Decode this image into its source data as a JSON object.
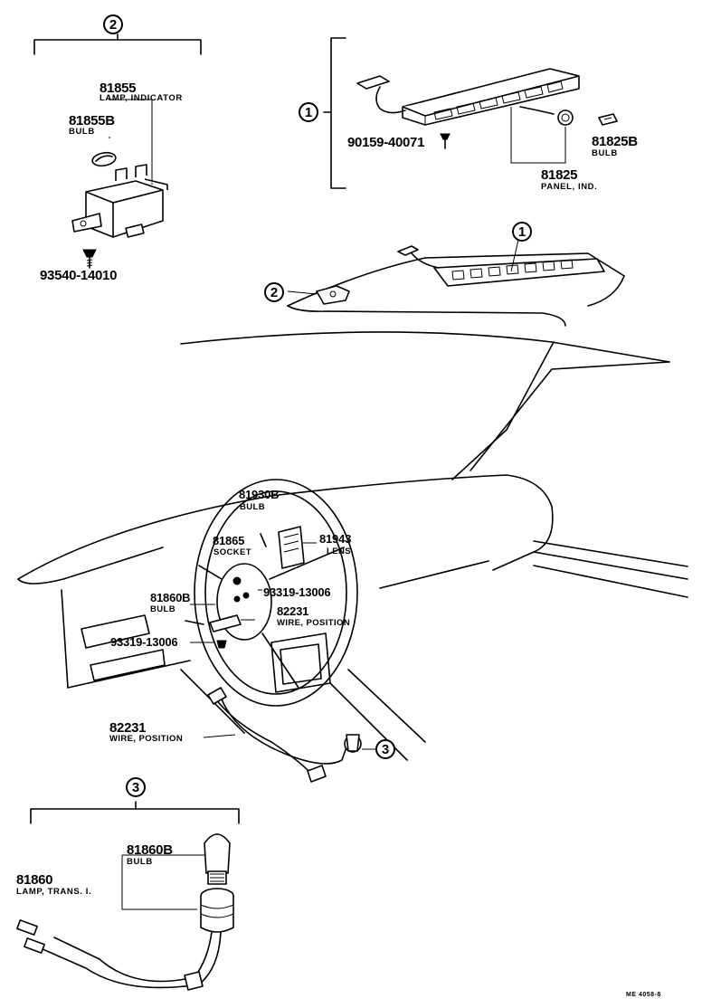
{
  "callouts": {
    "one": "1",
    "two": "2",
    "three": "3"
  },
  "group2": {
    "lamp_number": "81855",
    "lamp_name": "LAMP, INDICATOR",
    "bulb_number": "81855B",
    "bulb_name": "BULB",
    "screw_number": "93540-14010"
  },
  "group1": {
    "screw_number": "90159-40071",
    "bulb_number": "81825B",
    "bulb_name": "BULB",
    "panel_number": "81825",
    "panel_name": "PANEL, IND."
  },
  "wheel": {
    "bulb_top_number": "81930B",
    "bulb_top_name": "BULB",
    "lens_number": "81943",
    "lens_name": "LENS",
    "socket_number": "81865",
    "socket_name": "SOCKET",
    "bulb_left_number": "81860B",
    "bulb_left_name": "BULB",
    "screw_right_number": "93319-13006",
    "wire_number": "82231",
    "wire_name": "WIRE, POSITION",
    "screw_left_number": "93319-13006",
    "wire2_number": "82231",
    "wire2_name": "WIRE, POSITION"
  },
  "group3": {
    "bulb_number": "81860B",
    "bulb_name": "BULB",
    "lamp_number": "81860",
    "lamp_name": "LAMP, TRANS. I."
  },
  "footer": {
    "ref": "ME 4058-8"
  }
}
